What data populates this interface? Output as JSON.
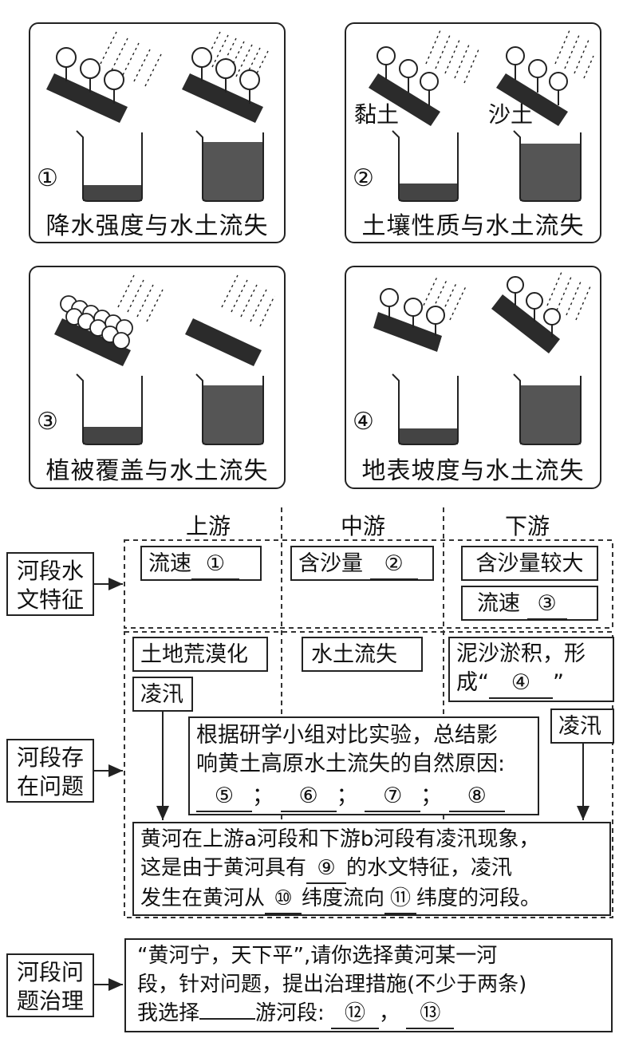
{
  "experiments": [
    {
      "num": "①",
      "caption": "降水强度与水土流失"
    },
    {
      "num": "②",
      "caption": "土壤性质与水土流失",
      "soil_labels": [
        "黏土",
        "沙土"
      ]
    },
    {
      "num": "③",
      "caption": "植被覆盖与水土流失"
    },
    {
      "num": "④",
      "caption": "地表坡度与水土流失"
    }
  ],
  "columns": [
    "上游",
    "中游",
    "下游"
  ],
  "rows": {
    "hydro": "河段水文特征",
    "problems": "河段存在问题",
    "governance": "河段问题治理"
  },
  "hydro": {
    "upper": {
      "label": "流速",
      "blank": "①"
    },
    "middle": {
      "label": "含沙量",
      "blank": "②"
    },
    "lower1": "含沙量较大",
    "lower2": {
      "label": "流速",
      "blank": "③"
    }
  },
  "problems": {
    "upper": "土地荒漠化",
    "upper_ice": "凌汛",
    "middle": "水土流失",
    "lower_line1": "泥沙淤积，形",
    "lower_line2_pre": "成“",
    "lower_blank": "④",
    "lower_line2_post": "”",
    "lower_ice": "凌汛"
  },
  "summary": {
    "line1": "根据研学小组对比实验，总结影",
    "line2": "响黄土高原水土流失的自然原因:",
    "blanks": [
      "⑤",
      "⑥",
      "⑦",
      "⑧"
    ],
    "sep": "；"
  },
  "ice": {
    "line1": "黄河在上游a河段和下游b河段有凌汛现象，",
    "line2_pre": "这是由于黄河具有",
    "b9": "⑨",
    "line2_post": "的水文特征，凌汛",
    "line3_pre": "发生在黄河从",
    "b10": "⑩",
    "line3_mid": "纬度流向",
    "b11": "⑪",
    "line3_post": "纬度的河段。"
  },
  "governance": {
    "line1": "“黄河宁，天下平”,请你选择黄河某一河",
    "line2": "段，针对问题，提出治理措施(不少于两条)",
    "line3_pre": "我选择",
    "line3_mid": "游河段:",
    "b12": "⑫",
    "comma": "，",
    "b13": "⑬"
  }
}
